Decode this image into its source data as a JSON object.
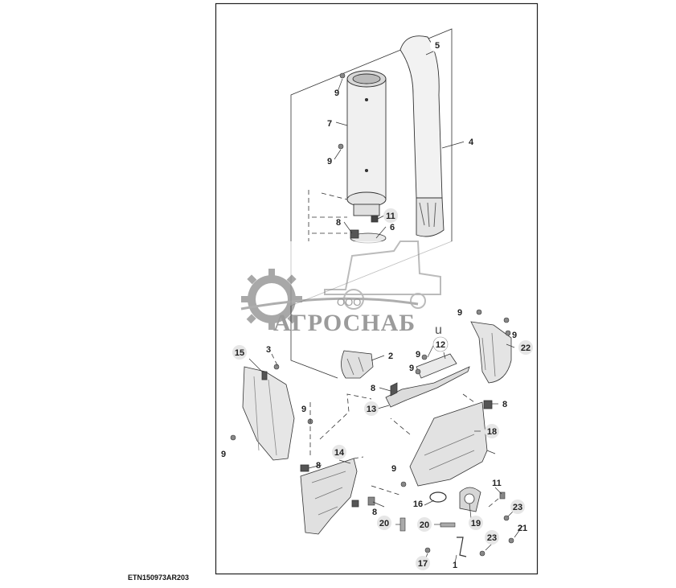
{
  "figure": {
    "reference_code": "ETN150973AR203"
  },
  "watermark": {
    "company_prefix": "ООО",
    "company_name": "АГРОСНАБ",
    "suffix": "u"
  },
  "callouts": [
    {
      "id": "c1",
      "label": "1"
    },
    {
      "id": "c2",
      "label": "2"
    },
    {
      "id": "c3",
      "label": "3"
    },
    {
      "id": "c4",
      "label": "4"
    },
    {
      "id": "c5",
      "label": "5"
    },
    {
      "id": "c6",
      "label": "6"
    },
    {
      "id": "c7",
      "label": "7"
    },
    {
      "id": "c8a",
      "label": "8"
    },
    {
      "id": "c8b",
      "label": "8"
    },
    {
      "id": "c8c",
      "label": "8"
    },
    {
      "id": "c8d",
      "label": "8"
    },
    {
      "id": "c8e",
      "label": "8"
    },
    {
      "id": "c9a",
      "label": "9"
    },
    {
      "id": "c9b",
      "label": "9"
    },
    {
      "id": "c9c",
      "label": "9"
    },
    {
      "id": "c9d",
      "label": "9"
    },
    {
      "id": "c9e",
      "label": "9"
    },
    {
      "id": "c9f",
      "label": "9"
    },
    {
      "id": "c9g",
      "label": "9"
    },
    {
      "id": "c9h",
      "label": "9"
    },
    {
      "id": "c9i",
      "label": "9"
    },
    {
      "id": "c11a",
      "label": "11"
    },
    {
      "id": "c11b",
      "label": "11"
    },
    {
      "id": "c12",
      "label": "12"
    },
    {
      "id": "c13",
      "label": "13"
    },
    {
      "id": "c14",
      "label": "14"
    },
    {
      "id": "c15",
      "label": "15"
    },
    {
      "id": "c16",
      "label": "16"
    },
    {
      "id": "c17",
      "label": "17"
    },
    {
      "id": "c18",
      "label": "18"
    },
    {
      "id": "c19",
      "label": "19"
    },
    {
      "id": "c20a",
      "label": "20"
    },
    {
      "id": "c20b",
      "label": "20"
    },
    {
      "id": "c21",
      "label": "21"
    },
    {
      "id": "c22",
      "label": "22"
    },
    {
      "id": "c23a",
      "label": "23"
    },
    {
      "id": "c23b",
      "label": "23"
    }
  ]
}
